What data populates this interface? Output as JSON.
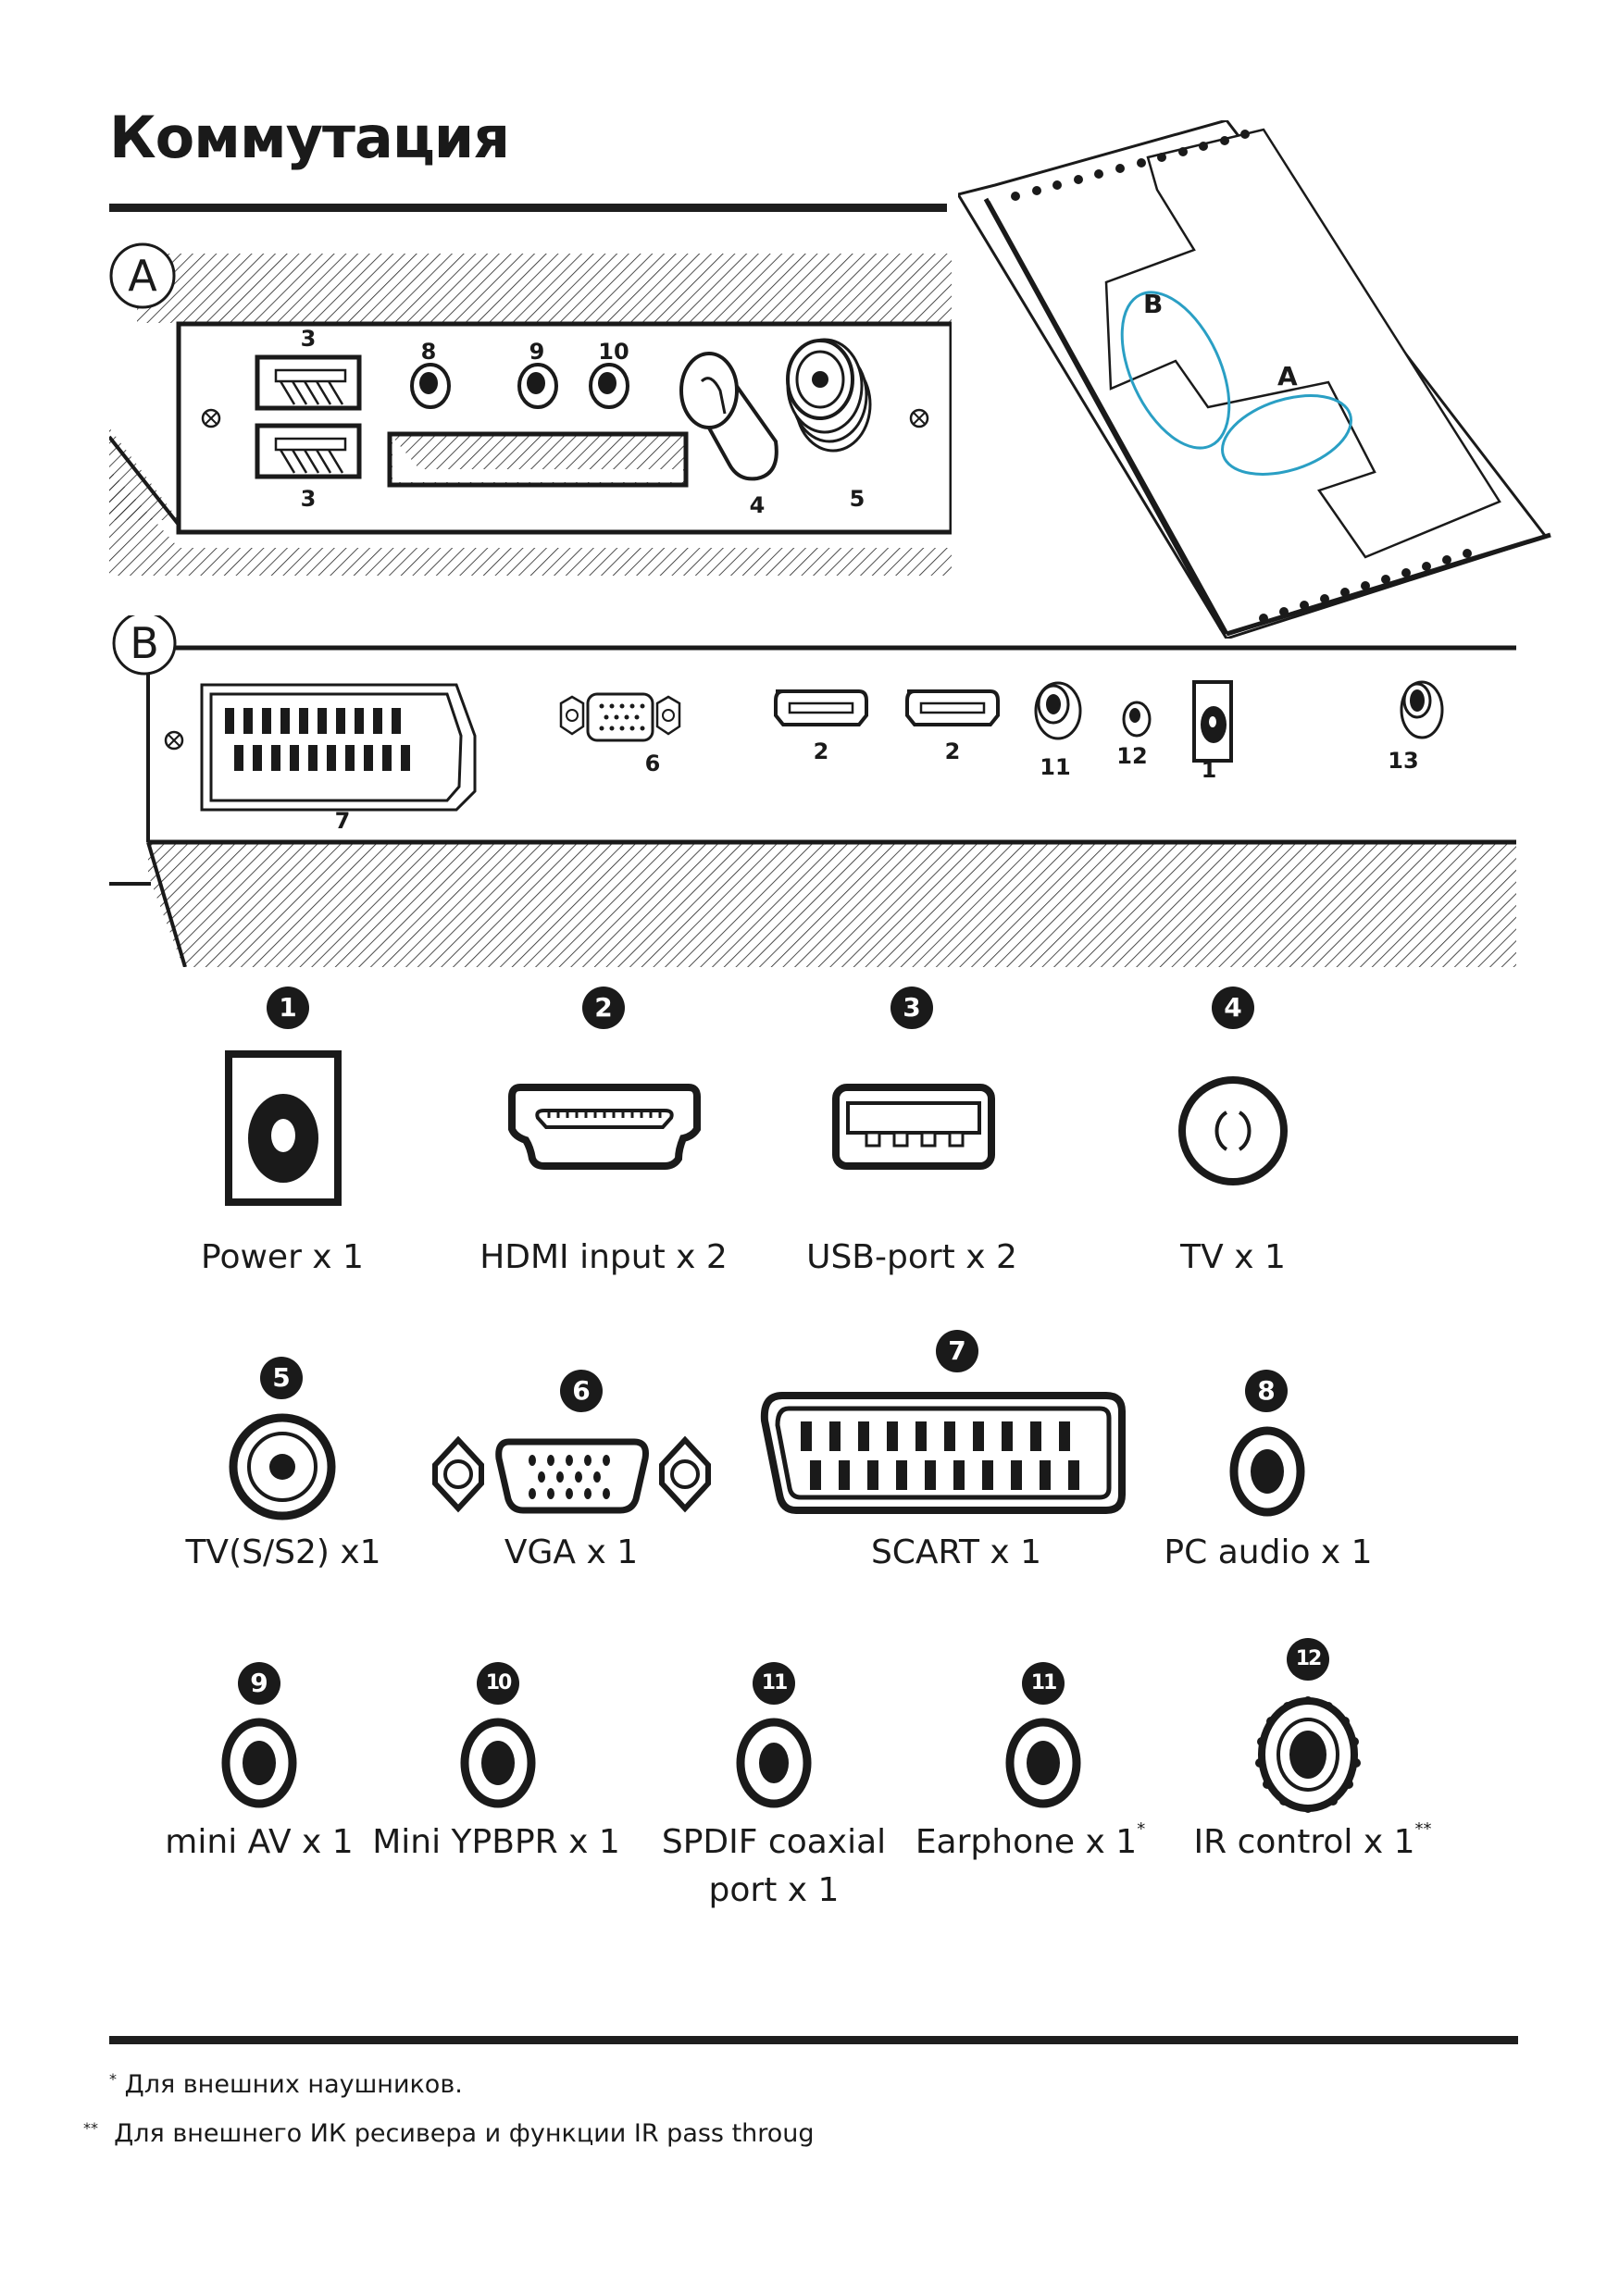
{
  "page": {
    "title": "Коммутация"
  },
  "panel_a": {
    "marker": "A",
    "port_numbers": [
      "3",
      "3",
      "8",
      "9",
      "10",
      "4",
      "5"
    ]
  },
  "panel_b": {
    "marker": "B",
    "port_numbers": [
      "7",
      "6",
      "2",
      "2",
      "11",
      "12",
      "1",
      "13"
    ]
  },
  "overview": {
    "label_a": "A",
    "label_b": "B",
    "highlight_color": "#2a9fc4"
  },
  "connectors": [
    {
      "num": "1",
      "name": "Power x 1",
      "icon": "power-jack-icon"
    },
    {
      "num": "2",
      "name": "HDMI input x 2",
      "icon": "hdmi-port-icon"
    },
    {
      "num": "3",
      "name": "USB-port x 2",
      "icon": "usb-port-icon"
    },
    {
      "num": "4",
      "name": "TV x 1",
      "icon": "tv-antenna-port-icon"
    },
    {
      "num": "5",
      "name": "TV(S/S2) x1",
      "icon": "satellite-port-icon"
    },
    {
      "num": "6",
      "name": "VGA x 1",
      "icon": "vga-port-icon"
    },
    {
      "num": "7",
      "name": "SCART x 1",
      "icon": "scart-port-icon"
    },
    {
      "num": "8",
      "name": "PC audio x 1",
      "icon": "audio-jack-icon"
    },
    {
      "num": "9",
      "name": "mini AV x 1",
      "icon": "mini-av-jack-icon"
    },
    {
      "num": "10",
      "name": "Mini YPBPR x 1",
      "icon": "mini-ypbpr-jack-icon"
    },
    {
      "num": "11",
      "name": "SPDIF coaxial",
      "name_line2": "port x 1",
      "icon": "spdif-jack-icon"
    },
    {
      "num": "11",
      "name": "Earphone x 1",
      "sup": "*",
      "icon": "earphone-jack-icon"
    },
    {
      "num": "12",
      "name": "IR control x 1",
      "sup": "**",
      "icon": "ir-control-jack-icon"
    }
  ],
  "footnotes": [
    {
      "mark": "*",
      "text": "Для внешних наушников."
    },
    {
      "mark": "**",
      "text": "Для внешнего ИК ресивера и функции IR pass throug"
    }
  ]
}
